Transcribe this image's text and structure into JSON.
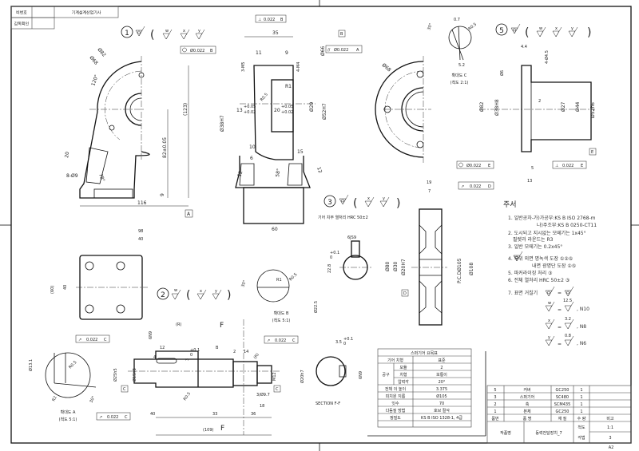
{
  "title_block": {
    "exam_no_label": "비번호",
    "subject": "기계설계산업기사",
    "supervisor_label": "감독확인"
  },
  "finish": {
    "w": "w",
    "x": "x",
    "y": "y"
  },
  "part1": {
    "number": "1",
    "dims": [
      "Ø82",
      "Ø68",
      "120°",
      "(123)",
      "82±0.05",
      "20",
      "8-Ø9",
      "78°",
      "9",
      "116"
    ],
    "datum_a": "A",
    "gdt_concentric": "Ø0.022",
    "gdt_concentric_ref": "B",
    "section_dims": [
      "35",
      "11",
      "9",
      "3-M5",
      "4-M4",
      "R1",
      "R0.5",
      "13",
      "+0.05",
      "+0.02",
      "20",
      "+0.05",
      "+0.02",
      "Ø29",
      "Ø52H7",
      "Ø38H7",
      "Ø66",
      "10",
      "6",
      "15",
      "12",
      "12",
      "58°",
      "60"
    ],
    "gdt_perp": "0.022",
    "gdt_perp_ref": "B",
    "gdt_parallel": "Ø0.022",
    "gdt_parallel_ref": "A",
    "datum_b": "B"
  },
  "detail_c": {
    "dims": [
      "30°",
      "0.7",
      "R0.5",
      "5.2"
    ],
    "title": "확대도 C",
    "scale": "(척도 2:1)"
  },
  "part5": {
    "number": "5",
    "side_dim": "Ø68",
    "dims": [
      "4.4",
      "4-Ø4.5",
      "Ø6",
      "Ø82",
      "Ø38H8",
      "2",
      "Ø27",
      "Ø44",
      "Ø52h6",
      "5",
      "13"
    ],
    "datum_e": "E",
    "gdt_concentric": "Ø0.022",
    "gdt_concentric_ref": "E",
    "gdt_perp": "0.022",
    "gdt_perp_ref": "E"
  },
  "part3": {
    "number": "3",
    "note": "기어 치부 열처리 HRC 50±2",
    "key_dims": [
      "6JS9",
      "22.8",
      "+0.1",
      "0"
    ],
    "dims": [
      "19",
      "7",
      "Ø80",
      "Ø30",
      "Ø20H7",
      "P.C.DØ105",
      "Ø108",
      "Ø22.5"
    ],
    "gdt_runout": "0.022",
    "gdt_runout_ref": "D",
    "datum_d": "D"
  },
  "detail_b": {
    "dims": [
      "30°",
      "R1",
      "R0.5"
    ],
    "title": "확대도 B",
    "scale": "(척도 5:1)"
  },
  "part2": {
    "number": "2",
    "plate_dims": [
      "98",
      "40",
      "(60)",
      "40"
    ],
    "shaft_dims": [
      "6N9",
      "(R)",
      "12",
      "Ø25h5",
      "Ø15h8",
      "4",
      "3",
      "+0.1",
      "0",
      "R0.5",
      "B",
      "2",
      "14",
      "(R)",
      "M12",
      "Ø20h7",
      "3/Ø9.7",
      "18",
      "40",
      "33",
      "36",
      "(109)"
    ],
    "gdt_runout": [
      "0.022",
      "0.022",
      "0.022"
    ],
    "gdt_ref": "C",
    "datum_c": "C",
    "section_label": "F",
    "section_title": "SECTION F-F",
    "section_dims": [
      "3.5",
      "+0.1",
      "0",
      "6N9"
    ]
  },
  "detail_a": {
    "dims": [
      "Ø13.1",
      "R0.5",
      "R2",
      "30°"
    ],
    "title": "확대도 A",
    "scale": "(척도 5:1)"
  },
  "notes": {
    "title": "주서",
    "lines": [
      "1. 일반공차-가)가공부:KS B ISO 2768-m",
      "나)주조부:KS B 0250-CT11",
      "2. 도시되고 지시없는 모떼기는 1x45°",
      "필렛과 라운드는 R3",
      "3. 일반 모떼기는 0.2x45°",
      "4.    부위 외면 명녹색 도장 ①②⑤",
      "내면 광명단 도장 ①⑤",
      "5. 파커라이징 처리 ③",
      "6. 전체 열처리 HRC 50±2 ③",
      "7. 표면 거칠기"
    ],
    "roughness": [
      {
        "symbol": "w",
        "value": "12.5",
        "grade": ", N10"
      },
      {
        "symbol": "x",
        "value": "3.2",
        "grade": ", N8"
      },
      {
        "symbol": "y",
        "value": "0.8",
        "grade": ", N6"
      }
    ],
    "equals": "="
  },
  "gear_table": {
    "title": "스퍼기어 요목표",
    "rows": [
      {
        "label": "기어 치형",
        "value": "표준"
      },
      {
        "group": "공구",
        "label": "모듈",
        "value": "2"
      },
      {
        "group": "",
        "label": "치형",
        "value": "보통이"
      },
      {
        "group": "",
        "label": "압력각",
        "value": "20°"
      },
      {
        "label": "전체 이 높이",
        "value": "3.375"
      },
      {
        "label": "피치원 지름",
        "value": "Ø105"
      },
      {
        "label": "잇수",
        "value": "70"
      },
      {
        "label": "다듬질 방법",
        "value": "호브 절삭"
      },
      {
        "label": "정밀도",
        "value": "KS B ISO 1328-1, 4급"
      }
    ]
  },
  "parts_list": {
    "rows": [
      {
        "no": "5",
        "name": "커버",
        "material": "GC250",
        "qty": "1",
        "note": ""
      },
      {
        "no": "3",
        "name": "스퍼기어",
        "material": "SC480",
        "qty": "1",
        "note": ""
      },
      {
        "no": "2",
        "name": "축",
        "material": "SCM435",
        "qty": "1",
        "note": ""
      },
      {
        "no": "1",
        "name": "본체",
        "material": "GC250",
        "qty": "1",
        "note": ""
      }
    ],
    "headers": {
      "no": "품번",
      "name": "품 명",
      "material": "재 질",
      "qty": "수 량",
      "note": "비고"
    },
    "work_name_label": "작품명",
    "work_name": "동력전달장치_7",
    "scale_label": "척도",
    "scale": "1:1",
    "projection_label": "각법",
    "projection": "3",
    "sheet_size": "A2"
  }
}
